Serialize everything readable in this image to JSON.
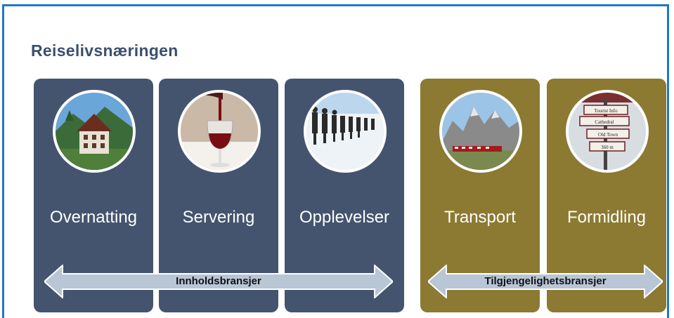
{
  "title": "Reiselivsnæringen",
  "cards": [
    {
      "label": "Overnatting",
      "group": "blue"
    },
    {
      "label": "Servering",
      "group": "blue"
    },
    {
      "label": "Opplevelser",
      "group": "blue"
    },
    {
      "label": "Transport",
      "group": "olive"
    },
    {
      "label": "Formidling",
      "group": "olive"
    }
  ],
  "arrows": {
    "left": "Innholdsbransjer",
    "right": "Tilgjengelighetsbransjer"
  },
  "signpost": {
    "line1": "Tourist Info",
    "line2": "Cathedral",
    "line3": "Old Town",
    "line4": "360 m"
  },
  "colors": {
    "blue_card": "#45546e",
    "olive_card": "#8c7a32",
    "arrow_fill": "#b8c6d6",
    "frame": "#1f77c6",
    "title": "#3b4f6e"
  }
}
